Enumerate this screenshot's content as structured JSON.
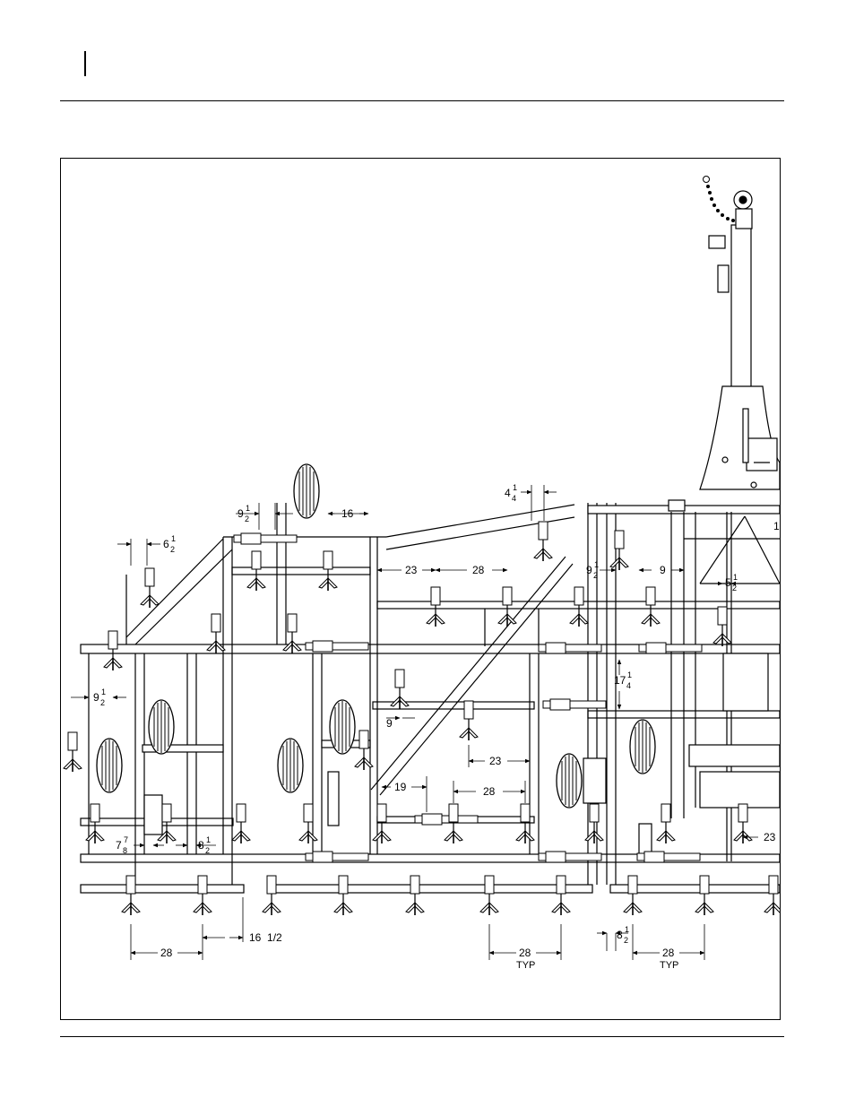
{
  "dims": {
    "d1": {
      "whole": "9",
      "num": "1",
      "den": "2"
    },
    "d2": {
      "whole": "",
      "value": "16"
    },
    "d3": {
      "whole": "6",
      "num": "1",
      "den": "2"
    },
    "d4": {
      "whole": "4",
      "num": "1",
      "den": "4"
    },
    "d5": {
      "value": "23"
    },
    "d6": {
      "value": "28"
    },
    "d7": {
      "whole": "9",
      "num": "1",
      "den": "2"
    },
    "d8": {
      "value": "9"
    },
    "d9": {
      "whole": "5",
      "num": "1",
      "den": "2"
    },
    "d10": {
      "value": "1"
    },
    "d11": {
      "whole": "9",
      "num": "1",
      "den": "2"
    },
    "d12": {
      "whole": "17",
      "num": "1",
      "den": "4"
    },
    "d13": {
      "value": "9"
    },
    "d14": {
      "value": "23"
    },
    "d15": {
      "value": "19"
    },
    "d16": {
      "value": "28"
    },
    "d17": {
      "whole": "7",
      "num": "7",
      "den": "8"
    },
    "d18": {
      "whole": "8",
      "num": "1",
      "den": "2"
    },
    "d19": {
      "value": "23"
    },
    "d20": {
      "value": "28"
    },
    "d21": {
      "value": "16  1/2"
    },
    "d22": {
      "value": "28",
      "sub": "TYP"
    },
    "d23": {
      "whole": "8",
      "num": "1",
      "den": "2"
    },
    "d24": {
      "value": "28",
      "sub": "TYP"
    }
  }
}
